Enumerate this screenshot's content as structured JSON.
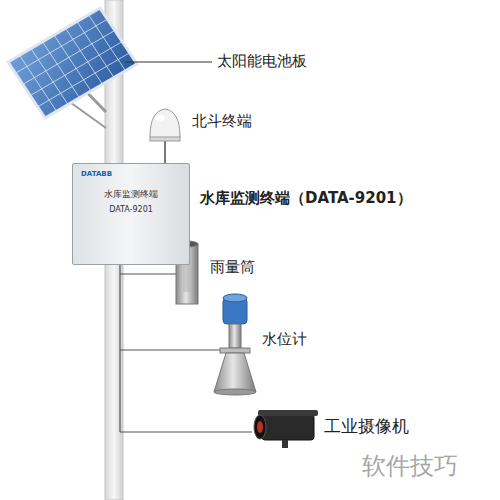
{
  "diagram": {
    "nodes": [
      {
        "text": [
          "DATABB",
          "水库监测终端",
          "DATA-9201"
        ]
      }
    ],
    "labels": [
      "太阳能电池板",
      "北斗终端",
      "水库监测终端（DATA-9201）",
      "雨量筒",
      "水位计",
      "工业摄像机",
      "软件技巧"
    ]
  }
}
